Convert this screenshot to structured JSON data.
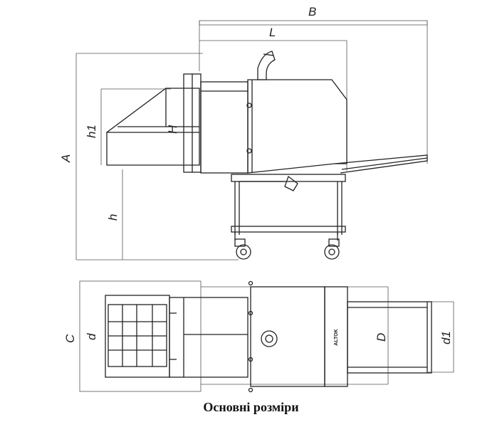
{
  "caption": "Основні розміри",
  "labels": {
    "B": "B",
    "L": "L",
    "A": "A",
    "h1": "h1",
    "H": "H",
    "h": "h",
    "C": "C",
    "d": "d",
    "D": "D",
    "d1": "d1"
  },
  "brand_text": "ALTOK",
  "colors": {
    "line": "#222222",
    "thin": "#555555",
    "bg": "#ffffff"
  }
}
